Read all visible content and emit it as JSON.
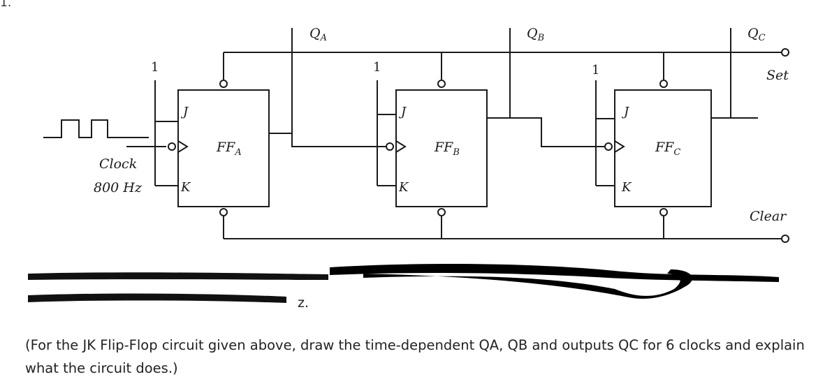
{
  "question_number": "1.",
  "flip_flops": [
    {
      "name": "FF",
      "sub": "A",
      "output": "Q",
      "output_sub": "A"
    },
    {
      "name": "FF",
      "sub": "B",
      "output": "Q",
      "output_sub": "B"
    },
    {
      "name": "FF",
      "sub": "C",
      "output": "Q",
      "output_sub": "C"
    }
  ],
  "pin_j": "J",
  "pin_k": "K",
  "logic_high": "1",
  "clock_label": "Clock",
  "clock_freq": "800 Hz",
  "set_label": "Set",
  "clear_label": "Clear",
  "redacted_suffix_1": "z.",
  "caption_en": "(For the JK Flip-Flop circuit given above, draw the time-dependent QA, QB and outputs QC for 6 clocks and explain what the circuit does.)"
}
